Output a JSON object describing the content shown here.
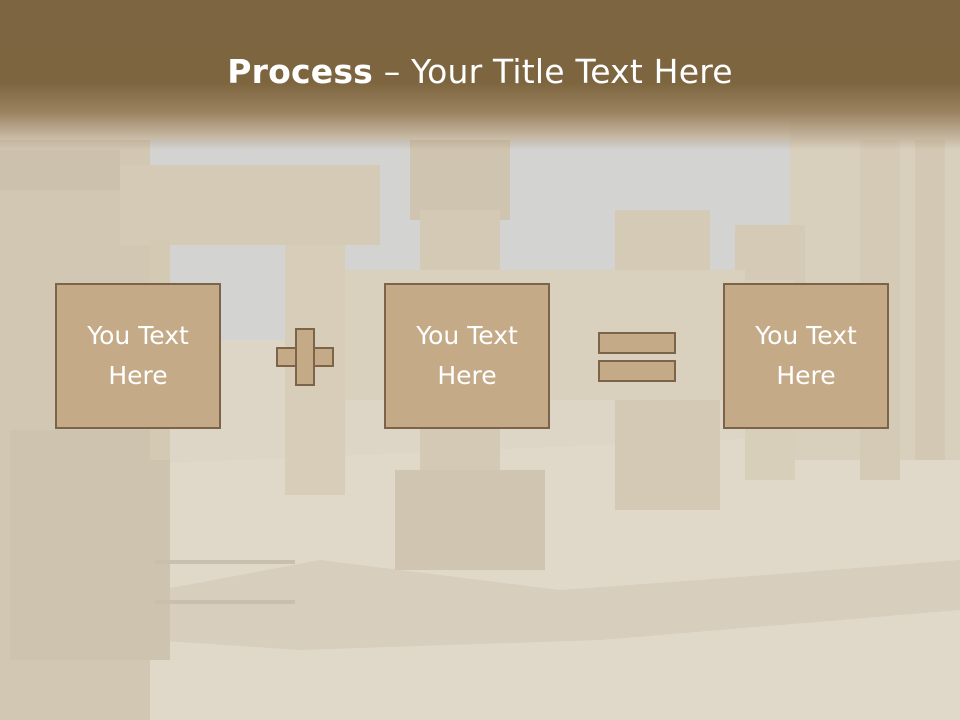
{
  "slide": {
    "title_bold": "Process",
    "title_rest": " – Your Title Text Here"
  },
  "boxes": [
    {
      "label": "You Text Here"
    },
    {
      "label": "You Text Here"
    },
    {
      "label": "You Text Here"
    }
  ],
  "operators": {
    "first": "plus",
    "second": "equals"
  },
  "colors": {
    "title_band": "#7d653f",
    "box_fill": "#c4aa87",
    "box_border": "#7b6449",
    "text": "#ffffff"
  }
}
